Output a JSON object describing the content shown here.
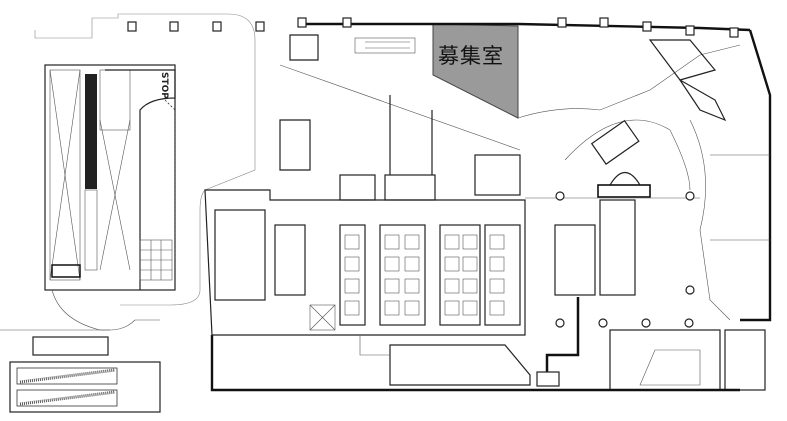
{
  "diagram": {
    "type": "architectural-floor-plan",
    "highlight": {
      "label": "募集室",
      "fill_color": "#9a9a9a"
    },
    "signage": {
      "stop_text": "STOP"
    },
    "colors": {
      "line": "#222222",
      "background": "#ffffff",
      "route_line": "#111111"
    }
  }
}
